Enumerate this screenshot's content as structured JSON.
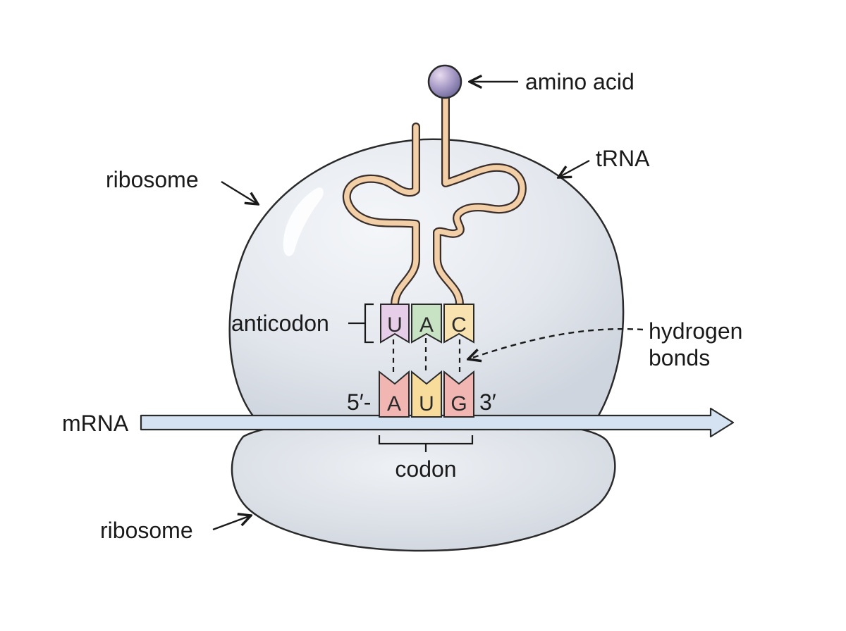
{
  "labels": {
    "amino_acid": "amino acid",
    "trna": "tRNA",
    "ribosome_large": "ribosome",
    "ribosome_small": "ribosome",
    "anticodon": "anticodon",
    "hydrogen_bonds_line1": "hydrogen",
    "hydrogen_bonds_line2": "bonds",
    "mrna": "mRNA",
    "codon": "codon",
    "five_prime": "5′-",
    "three_prime": "3′"
  },
  "anticodon_bases": [
    {
      "letter": "U",
      "color": "#e6cde8"
    },
    {
      "letter": "A",
      "color": "#c8e3c3"
    },
    {
      "letter": "C",
      "color": "#f7e2b0"
    }
  ],
  "codon_bases": [
    {
      "letter": "A",
      "color": "#f2b6b2"
    },
    {
      "letter": "U",
      "color": "#f8dc9c"
    },
    {
      "letter": "G",
      "color": "#f2b6b2"
    }
  ],
  "colors": {
    "ribosome_fill": "#e3e7ee",
    "ribosome_stroke": "#2a2a2a",
    "trna_strand": "#f3cfa8",
    "mrna_fill": "#d4e2f2",
    "amino_acid": "#9a8fbf"
  }
}
